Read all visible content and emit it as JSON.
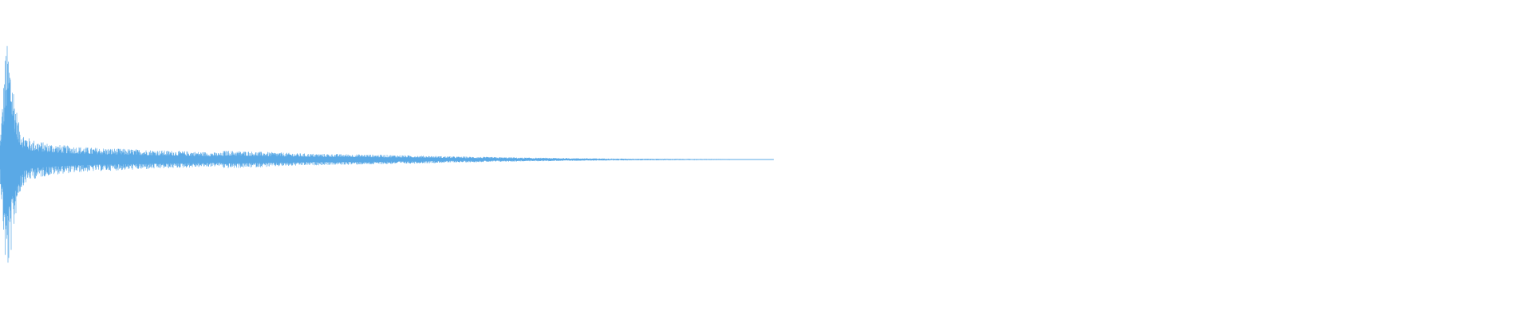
{
  "chart_data": {
    "type": "area",
    "title": "",
    "xlabel": "",
    "ylabel": "",
    "xlim": [
      0,
      1
    ],
    "ylim": [
      -1,
      1
    ],
    "grid": false,
    "legend": "none",
    "color": "#5aa9e6",
    "series": [
      {
        "x": [
          0.0,
          0.002,
          0.004,
          0.006,
          0.008,
          0.01,
          0.012,
          0.015,
          0.02,
          0.03,
          0.04,
          0.05,
          0.06,
          0.08,
          0.1,
          0.12,
          0.14,
          0.145,
          0.146,
          0.16,
          0.18,
          0.2,
          0.25,
          0.3,
          0.35,
          0.4,
          0.45,
          0.5,
          0.503,
          0.505
        ],
        "values": [
          0.15,
          0.58,
          1.0,
          0.9,
          0.72,
          0.5,
          0.32,
          0.22,
          0.17,
          0.14,
          0.12,
          0.11,
          0.1,
          0.09,
          0.08,
          0.07,
          0.06,
          0.055,
          0.075,
          0.07,
          0.06,
          0.05,
          0.04,
          0.025,
          0.015,
          0.008,
          0.005,
          0.003,
          0.001,
          0.0
        ]
      }
    ]
  }
}
